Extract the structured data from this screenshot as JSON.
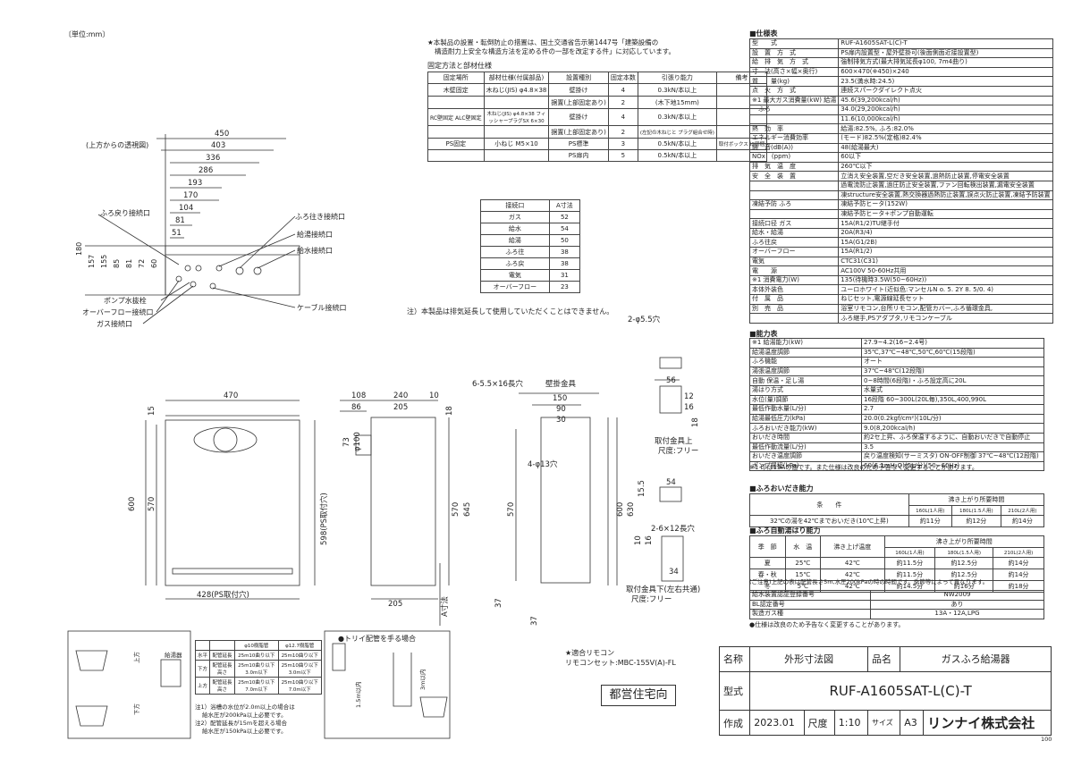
{
  "unit_label": "〔単位:mm〕",
  "notes": {
    "fix_note_1": "★本製品の設置・転倒防止の措置は、国土交通省告示第1447号「建築設備の",
    "fix_note_2": "構造耐力上安全な構造方法を定める件の一部を改定する件」に対応しています。",
    "fix_title": "固定方法と部材仕様",
    "exhaust_note": "注）本製品は排気延長して使用していただくことはできません。",
    "remote_title": "★適合リモコン",
    "remote_set": "リモコンセット:MBC-155V(A)-FL",
    "toriyi": "●トリイ配管を手る場合",
    "toriyi_n1": "注1）浴槽の水位が2.0m以上の場合は",
    "toriyi_n2": "給水圧が200kPa以上必要です。",
    "toriyi_n3": "注2）配管延長が15mを超える場合",
    "toriyi_n4": "給水圧が150kPa以上必要です。",
    "footnote_1": "※1 印は13Aの値です。また仕様は改良のため予告なく変更することがあります。",
    "footnote_2": "●仕様は改良のため予告なく変更することがあります。"
  },
  "fix_table": {
    "headers": [
      "固定場所",
      "部材仕様(付属部品)",
      "設置種別",
      "固定本数",
      "引張り能力",
      "備考"
    ],
    "rows": [
      [
        "木壁固定",
        "木ねじ(JIS) φ4.8×38",
        "壁掛け",
        "4",
        "0.3kN/本以上",
        ""
      ],
      [
        "",
        "",
        "据置(上部固定あり)",
        "2",
        "(木下地15mm)",
        ""
      ],
      [
        "RC壁固定 ALC壁固定",
        "木ねじ(JIS) φ4.8×38 フィッシャープラグSX 6×30",
        "壁掛け",
        "4",
        "0.3kN/本以上",
        ""
      ],
      [
        "",
        "",
        "据置(上部固定あり)",
        "2",
        "(左記の木ねじと プラグ組合せ時)",
        ""
      ],
      [
        "PS固定",
        "小ねじ M5×10",
        "PS標準",
        "3",
        "0.5kN/本以上",
        "取付ボックス に同梱"
      ],
      [
        "",
        "",
        "PS扉内",
        "5",
        "0.5kN/本以上",
        ""
      ]
    ]
  },
  "connection_table": {
    "headers": [
      "接続口",
      "A寸法"
    ],
    "rows": [
      [
        "ガス",
        "52"
      ],
      [
        "給水",
        "54"
      ],
      [
        "給湯",
        "50"
      ],
      [
        "ふろ往",
        "38"
      ],
      [
        "ふろ戻",
        "38"
      ],
      [
        "電気",
        "31"
      ],
      [
        "オーバーフロー",
        "23"
      ]
    ]
  },
  "top_view": {
    "title": "(上方からの透視図)",
    "h_dims": [
      "450",
      "403",
      "336",
      "286",
      "193",
      "170",
      "104",
      "81",
      "51"
    ],
    "v_dims": [
      "180",
      "157",
      "155",
      "85",
      "81",
      "72",
      "60"
    ],
    "labels": [
      "ふろ戻り接続口",
      "ふろ往き接続口",
      "給湯接続口",
      "給水接続口",
      "ポンプ水抜栓",
      "オーバーフロー接続口",
      "ガス接続口",
      "ケーブル接続口"
    ]
  },
  "front_view": {
    "w": "470",
    "h1": "600",
    "h2": "570",
    "h3": "15",
    "w2": "428(PS取付穴)",
    "vside": "598(PS取付穴)"
  },
  "side_view": {
    "d1": "108",
    "d2": "86",
    "d3": "240",
    "d4": "205",
    "d5": "10",
    "d6": "73",
    "d7": "φ100",
    "h1": "570",
    "h2": "645",
    "h3": "600",
    "h4": "630",
    "bot": "205",
    "a": "A寸法",
    "b": "37",
    "c": "18"
  },
  "bracket": {
    "title": "壁掛金具",
    "d1": "150",
    "d2": "90",
    "d3": "30",
    "d4": "6-5.5×16長穴",
    "d5": "4-φ13穴",
    "h": "570",
    "b": "37"
  },
  "fitting_top": {
    "title": "取付金具上",
    "scale": "尺度:フリー",
    "d1": "2-φ5.5穴",
    "d2": "56",
    "d3": "12",
    "d4": "16",
    "d5": "18"
  },
  "fitting_bottom": {
    "title": "取付金具下(左右共通)",
    "scale": "尺度:フリー",
    "d1": "54",
    "d2": "15.5",
    "d3": "2-6×12長穴",
    "d4": "10",
    "d5": "16",
    "d6": "34"
  },
  "spec": {
    "title": "■仕様表",
    "rows": [
      [
        "型　　式",
        "RUF-A1605SAT-L(C)-T"
      ],
      [
        "設　置　方　式",
        "PS扉内設置型・屋外壁掛可(後面側面近接設置型)"
      ],
      [
        "給　排　気　方　式",
        "強制排気方式(最大排気延長φ100, 7m4曲り)"
      ],
      [
        "寸　法(高さ×幅×奥行)",
        "600×470(※450)×240"
      ],
      [
        "質　　量(kg)",
        "23.5(満水時:24.5)"
      ],
      [
        "点　火　方　式",
        "連続スパークダイレクト点火"
      ],
      [
        "※1 最大ガス消費量(kW) 給湯",
        "45.6(39,200kcal/h)"
      ],
      [
        "　ふろ",
        "34.0(29,200kcal/h)"
      ],
      [
        "　　",
        "11.6(10,000kcal/h)"
      ],
      [
        "熱　効　率",
        "給湯:82.5%, ふろ:82.0%"
      ],
      [
        "エネルギー消費効率",
        "(モード)82.5%(定格)82.4%"
      ],
      [
        "騒　音(dB(A))",
        "48(給湯最大)"
      ],
      [
        "NOx　(ppm)",
        "60以下"
      ],
      [
        "排　気　温　度",
        "260℃以下"
      ],
      [
        "安　全　装　置",
        "立消え安全装置,空だき安全装置,過熱防止装置,停電安全装置"
      ],
      [
        "",
        "過電流防止装置,過圧防止安全装置,ファン回転検出装置,漏電安全装置"
      ],
      [
        "",
        "凍structure安全装置,熱交換器過熱防止装置,誤点火防止装置,凍結予防装置"
      ],
      [
        "凍結予防 ふろ",
        "凍結予防ヒータ(152W)"
      ],
      [
        "",
        "凍結予防ヒータ+ポンプ自動運転"
      ],
      [
        "接続口径 ガス",
        "15A(R1/2)TU継手付"
      ],
      [
        "給水・給湯",
        "20A(R3/4)"
      ],
      [
        "ふろ往戻",
        "15A(G1/2B)"
      ],
      [
        "オーバーフロー",
        "15A(R1/2)"
      ],
      [
        "電気",
        "CTC31(C31)"
      ],
      [
        "電　　源",
        "AC100V 50-60Hz共用"
      ],
      [
        "※1 消費電力(W)",
        "135(待機時3.5W(50~60Hz))"
      ],
      [
        "本体外装色",
        "ユーロホワイト(近似色:マンセルN o. 5. 2Y 8. 5/0. 4)"
      ],
      [
        "付　属　品",
        "ねじセット,電源線延長セット"
      ],
      [
        "別　売　品",
        "浴室リモコン,台所リモコン,配管カバー,ふろ循環金具,"
      ],
      [
        "",
        "ふろ継手,PSアダプタ,リモコンケーブル"
      ]
    ]
  },
  "capacity": {
    "title": "■能力表",
    "rows": [
      [
        "※1 給湯能力(kW)",
        "27.9~4.2(16~2.4号)"
      ],
      [
        "給湯温度調節",
        "35℃,37℃~48℃,50℃,60℃(15段階)"
      ],
      [
        "ふろ機能",
        "オート"
      ],
      [
        "湯張温度調節",
        "37℃~48℃(12段階)"
      ],
      [
        "自動 保温・足し湯",
        "0~8時間(6段階)・ふろ設定高に20L"
      ],
      [
        "湯はり方式",
        "水量式"
      ],
      [
        "水位(量)調節",
        "16段階 60~300L(20L毎),350L,400,990L"
      ],
      [
        "最低作動水量(L/分)",
        "2.7"
      ],
      [
        "給湯最低圧力(kPa)",
        "20.0(0.2kgf/cm²)(10L/分)"
      ],
      [
        "ふろおいだき能力(kW)",
        "9.0(8,200kcal/h)"
      ],
      [
        "おいだき時間",
        "約2セ上昇、ふろ保温するように、自動おいだきで自動停止"
      ],
      [
        "最低作動流量(L/分)",
        "3.5"
      ],
      [
        "おいだき温度調節",
        "戻り温度検知(サーミスタ) ON-OFF制御 37℃~48℃(12段階)"
      ],
      [
        "ポンプ揚程(kPa)",
        "60(6.1mH₂O)(5L/分)(50~60Hz)"
      ]
    ]
  },
  "bath_reheat": {
    "title": "■ふろおいだき能力",
    "cond": "条　　件",
    "head": "沸き上がり所要時間",
    "cols": [
      "160L(1人用)",
      "180L(1.5人用)",
      "210L(2人用)"
    ],
    "row_label": "32℃の湯を42℃までおいだき(10℃上昇)",
    "vals": [
      "約11分",
      "約12分",
      "約14分"
    ]
  },
  "bath_auto": {
    "title": "■ふろ自動湯はり能力",
    "headers": [
      "季　節",
      "水　温",
      "沸き上げ温度",
      "沸き上がり所要時間"
    ],
    "cols": [
      "160L(1人用)",
      "180L(1.5人用)",
      "210L(2人用)"
    ],
    "rows": [
      [
        "夏",
        "25℃",
        "42℃",
        "約11.5分",
        "約12.5分",
        "約14分"
      ],
      [
        "春・秋",
        "15℃",
        "42℃",
        "約11.5分",
        "約12.5分",
        "約14分"
      ],
      [
        "冬",
        "5℃",
        "42℃",
        "約14.5分",
        "約16分",
        "約18分"
      ]
    ],
    "note": "(ご注意)上記の表は配管長さ5m,水圧200kPaの時の時間です。季節等によって異なります。"
  },
  "cert": {
    "rows": [
      [
        "給水装置認証登録番号",
        "NW2009"
      ],
      [
        "BL認定番号",
        "あり"
      ],
      [
        "製造ガス種",
        "13A・12A,LPG"
      ]
    ]
  },
  "stamp": "都営住宅向",
  "title_block": {
    "name_label": "名称",
    "name_val": "外形寸法図",
    "prod_label": "品名",
    "prod_val": "ガスふろ給湯器",
    "model_label": "型式",
    "model_val": "RUF-A1605SAT-L(C)-T",
    "date_label": "作成",
    "date_val": "2023.01",
    "scale_label": "尺度",
    "scale_val": "1:10",
    "size_label": "サイズ",
    "size_val": "A3",
    "company": "リンナイ株式会社"
  },
  "page_no": "100",
  "toriyi_table": {
    "headers": [
      "",
      "",
      "φ10樹脂管",
      "φ12.7樹脂管"
    ],
    "rows": [
      [
        "水平",
        "配管延長",
        "25m10曲り以下",
        "25m10曲り以下"
      ],
      [
        "下方",
        "配管延長 高さ",
        "25m10曲り以下 3.0m以下",
        "25m10曲り以下 3.0m以下"
      ],
      [
        "上方",
        "配管延長 高さ",
        "25m10曲り以下 7.0m以下",
        "25m10曲り以下 7.0m以下"
      ]
    ],
    "labels": {
      "up": "上方",
      "down": "下方",
      "flat": "水平",
      "boiler": "給湯器",
      "h1": "1.5m以内",
      "h2": "3m以内"
    }
  }
}
